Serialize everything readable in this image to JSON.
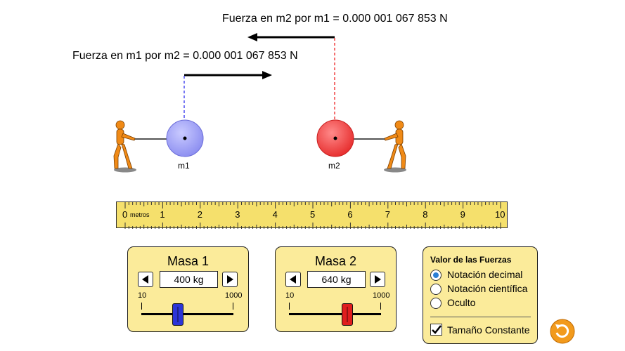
{
  "forces": {
    "m2_by_m1": "Fuerza en m2 por m1 = 0.000 001 067 853 N",
    "m1_by_m2": "Fuerza en m1 por m2 = 0.000 001 067 853 N"
  },
  "masses": {
    "m1": {
      "label": "m1",
      "color": "#9a9cf4"
    },
    "m2": {
      "label": "m2",
      "color": "#f24848"
    }
  },
  "ruler": {
    "unit": "metros",
    "ticks": [
      "0",
      "1",
      "2",
      "3",
      "4",
      "5",
      "6",
      "7",
      "8",
      "9",
      "10"
    ]
  },
  "mass1_panel": {
    "title": "Masa 1",
    "value": "400 kg",
    "min": "10",
    "max": "1000",
    "slider_value": 400,
    "thumb_color": "#2c35d8"
  },
  "mass2_panel": {
    "title": "Masa 2",
    "value": "640 kg",
    "min": "10",
    "max": "1000",
    "slider_value": 640,
    "thumb_color": "#e01e1e"
  },
  "force_options": {
    "title": "Valor de las Fuerzas",
    "options": [
      {
        "label": "Notación decimal",
        "selected": true
      },
      {
        "label": "Notación científica",
        "selected": false
      },
      {
        "label": "Oculto",
        "selected": false
      }
    ],
    "constant_size": {
      "label": "Tamaño Constante",
      "checked": true
    }
  },
  "colors": {
    "panel_bg": "#fbeb9a",
    "ruler_bg": "#f5e06c",
    "reset_button": "#f29a1c",
    "figure": "#f08a16"
  }
}
